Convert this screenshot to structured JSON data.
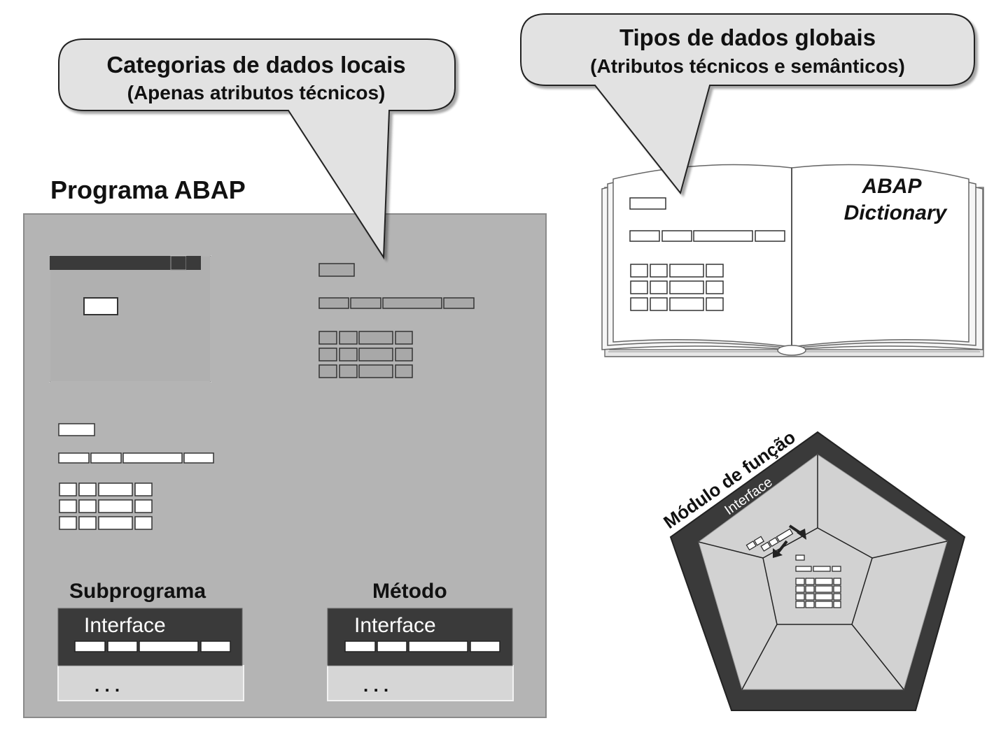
{
  "callout_local": {
    "title": "Categorias de dados locais",
    "subtitle": "(Apenas atributos técnicos)"
  },
  "callout_global": {
    "title": "Tipos de dados globais",
    "subtitle": "(Atributos técnicos e semânticos)"
  },
  "program": {
    "title": "Programa ABAP",
    "subprogram": {
      "title": "Subprograma",
      "interface": "Interface",
      "body": ". . ."
    },
    "method": {
      "title": "Método",
      "interface": "Interface",
      "body": ". . ."
    }
  },
  "dictionary": {
    "line1": "ABAP",
    "line2": "Dictionary"
  },
  "function_module": {
    "title": "Módulo de função",
    "interface": "Interface"
  },
  "colors": {
    "panel": "#b4b4b4",
    "dark": "#3a3a3a",
    "callout": "#e2e2e2",
    "light": "#d6d6d6"
  }
}
